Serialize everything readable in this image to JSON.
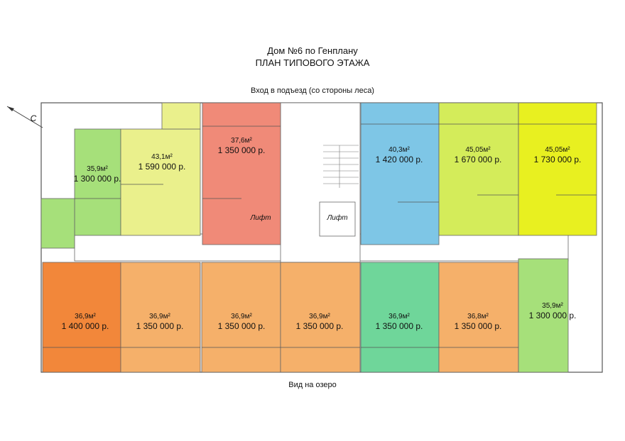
{
  "header": {
    "title": "Дом №6 по Генплану",
    "subtitle": "ПЛАН ТИПОВОГО ЭТАЖА"
  },
  "labels": {
    "entrance": "Вход в подъезд  (со стороны леса)",
    "lake_view": "Вид на озеро",
    "compass": "С",
    "lift_left": "Лифт",
    "lift_right": "Лифт"
  },
  "colors": {
    "light_green": "#a6e07a",
    "pale_yellow": "#eaf08c",
    "salmon": "#f08a78",
    "blue": "#7ec6e6",
    "yellow_green": "#d4ec5a",
    "yellow": "#e8f020",
    "orange_dark": "#f2873a",
    "orange": "#f5b06a",
    "mint": "#6fd69a"
  },
  "apartments_top": [
    {
      "area": "35,9м²",
      "price": "1 300 000 р.",
      "color": "#a6e07a"
    },
    {
      "area": "43,1м²",
      "price": "1 590 000 р.",
      "color": "#eaf08c"
    },
    {
      "area": "37,6м²",
      "price": "1 350 000 р.",
      "color": "#f08a78"
    },
    {
      "area": "40,3м²",
      "price": "1 420 000 р.",
      "color": "#7ec6e6"
    },
    {
      "area": "45,05м²",
      "price": "1 670 000 р.",
      "color": "#d4ec5a"
    },
    {
      "area": "45,05м²",
      "price": "1 730 000 р.",
      "color": "#e8f020"
    }
  ],
  "apartments_bottom": [
    {
      "area": "36,9м²",
      "price": "1 400 000 р.",
      "color": "#f2873a"
    },
    {
      "area": "36,9м²",
      "price": "1 350 000 р.",
      "color": "#f5b06a"
    },
    {
      "area": "36,9м²",
      "price": "1 350 000 р.",
      "color": "#f5b06a"
    },
    {
      "area": "36,9м²",
      "price": "1 350 000 р.",
      "color": "#f5b06a"
    },
    {
      "area": "36,9м²",
      "price": "1 350 000 р.",
      "color": "#6fd69a"
    },
    {
      "area": "36,8м²",
      "price": "1 350 000 р.",
      "color": "#f5b06a"
    },
    {
      "area": "35,9м²",
      "price": "1 300 000 р.",
      "color": "#a6e07a"
    }
  ]
}
